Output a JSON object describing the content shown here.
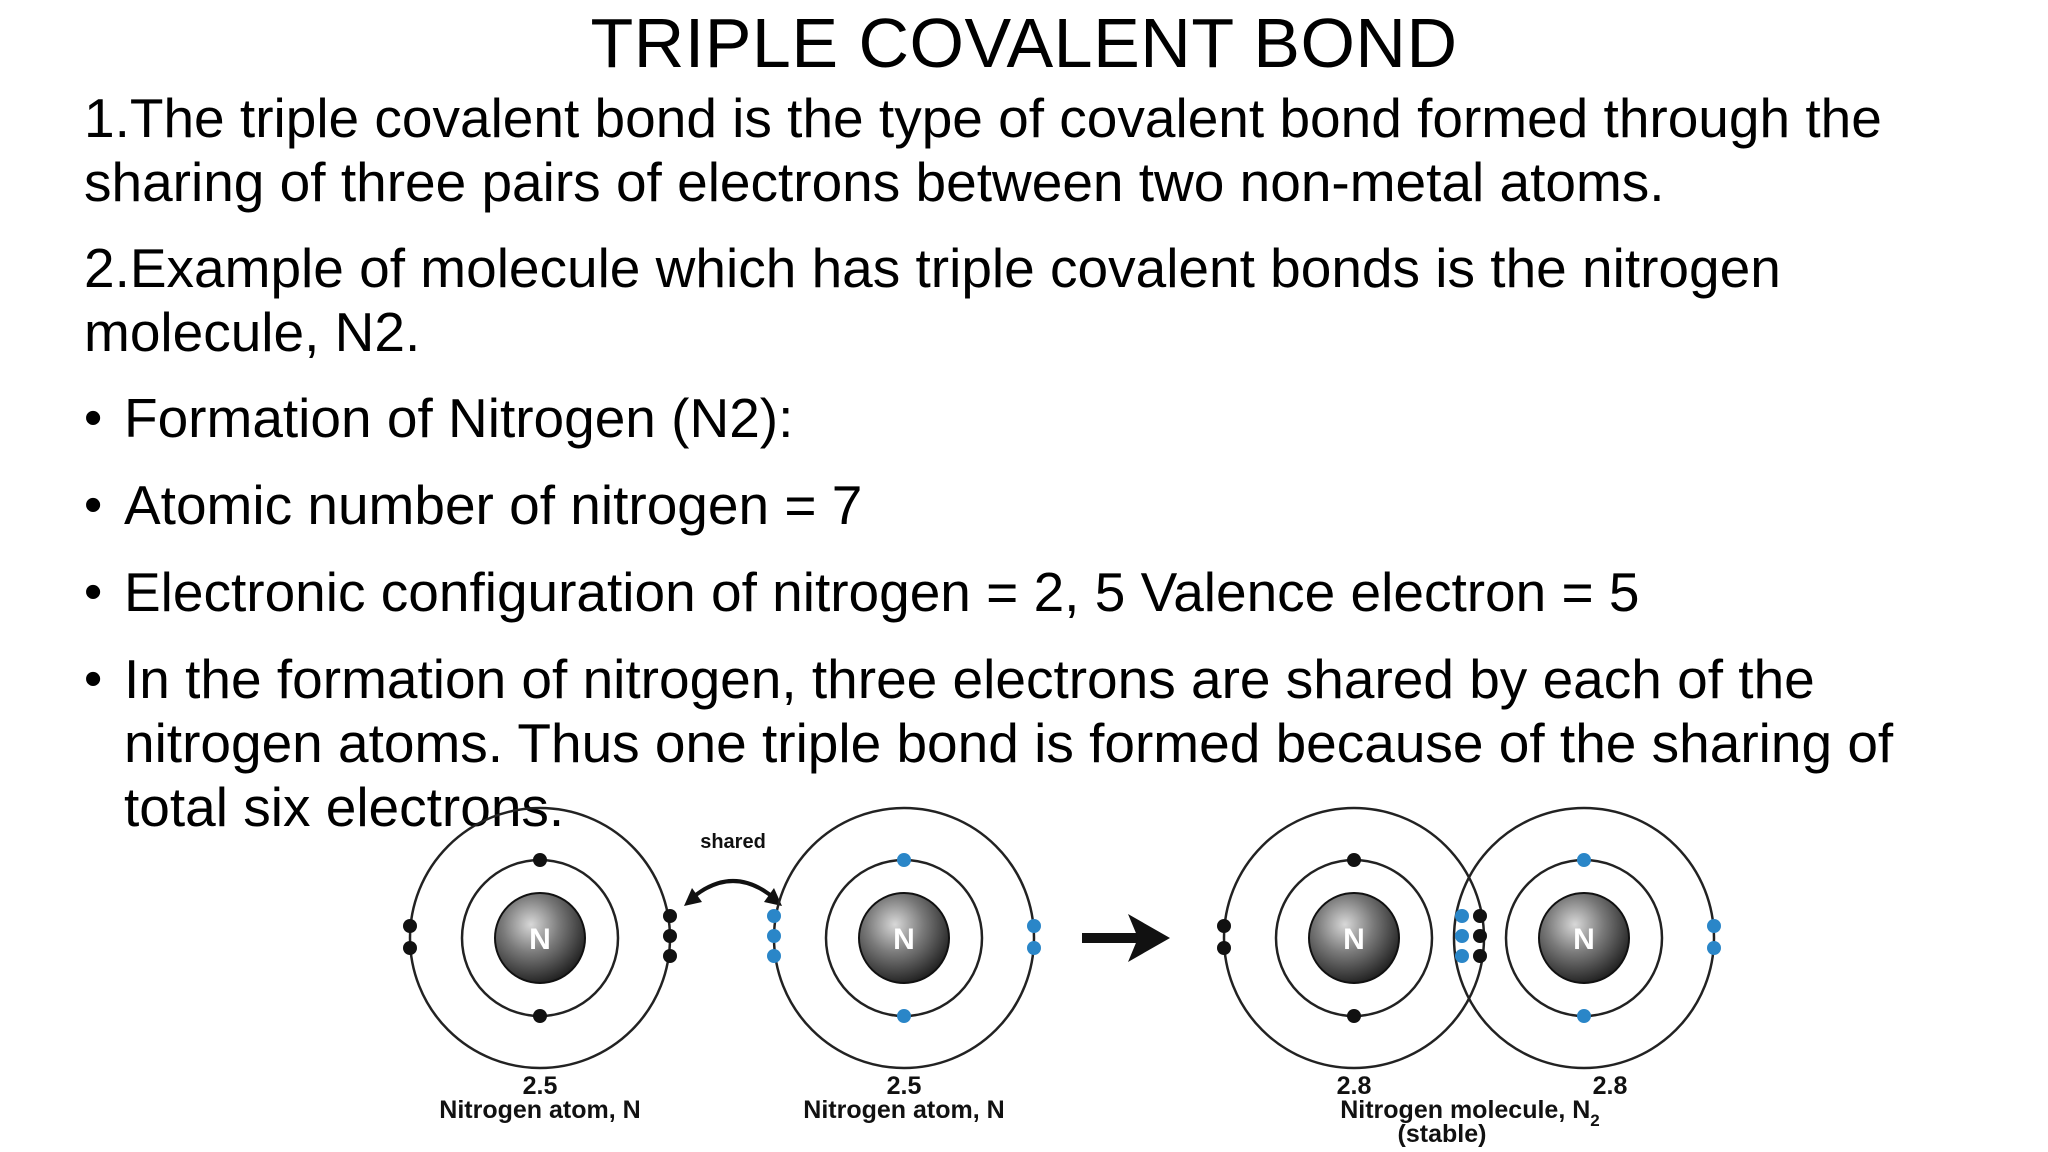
{
  "slide": {
    "title": "TRIPLE COVALENT BOND",
    "paragraphs": [
      "1.The triple covalent bond is the type of covalent bond formed through the sharing of three pairs of electrons between two non-metal atoms.",
      "2.Example of molecule which has triple covalent bonds is the nitrogen molecule, N2."
    ],
    "bullets": [
      "Formation of Nitrogen (N2):",
      "Atomic number of nitrogen = 7",
      "Electronic configuration of nitrogen = 2, 5 Valence electron = 5",
      "In the formation of nitrogen, three electrons are shared by each of the nitrogen atoms. Thus one triple bond is formed because of the sharing of total six electrons."
    ]
  },
  "diagram": {
    "shared_label": "shared",
    "nucleus_symbol": "N",
    "atom1": {
      "config": "2.5",
      "name": "Nitrogen atom, N"
    },
    "atom2": {
      "config": "2.5",
      "name": "Nitrogen atom, N"
    },
    "molecule": {
      "config_left": "2.8",
      "config_right": "2.8",
      "name": "Nitrogen molecule, N",
      "subscript": "2",
      "state": "(stable)"
    },
    "colors": {
      "black_electron": "#111111",
      "blue_electron": "#2a86c8",
      "orbit": "#222222"
    }
  }
}
